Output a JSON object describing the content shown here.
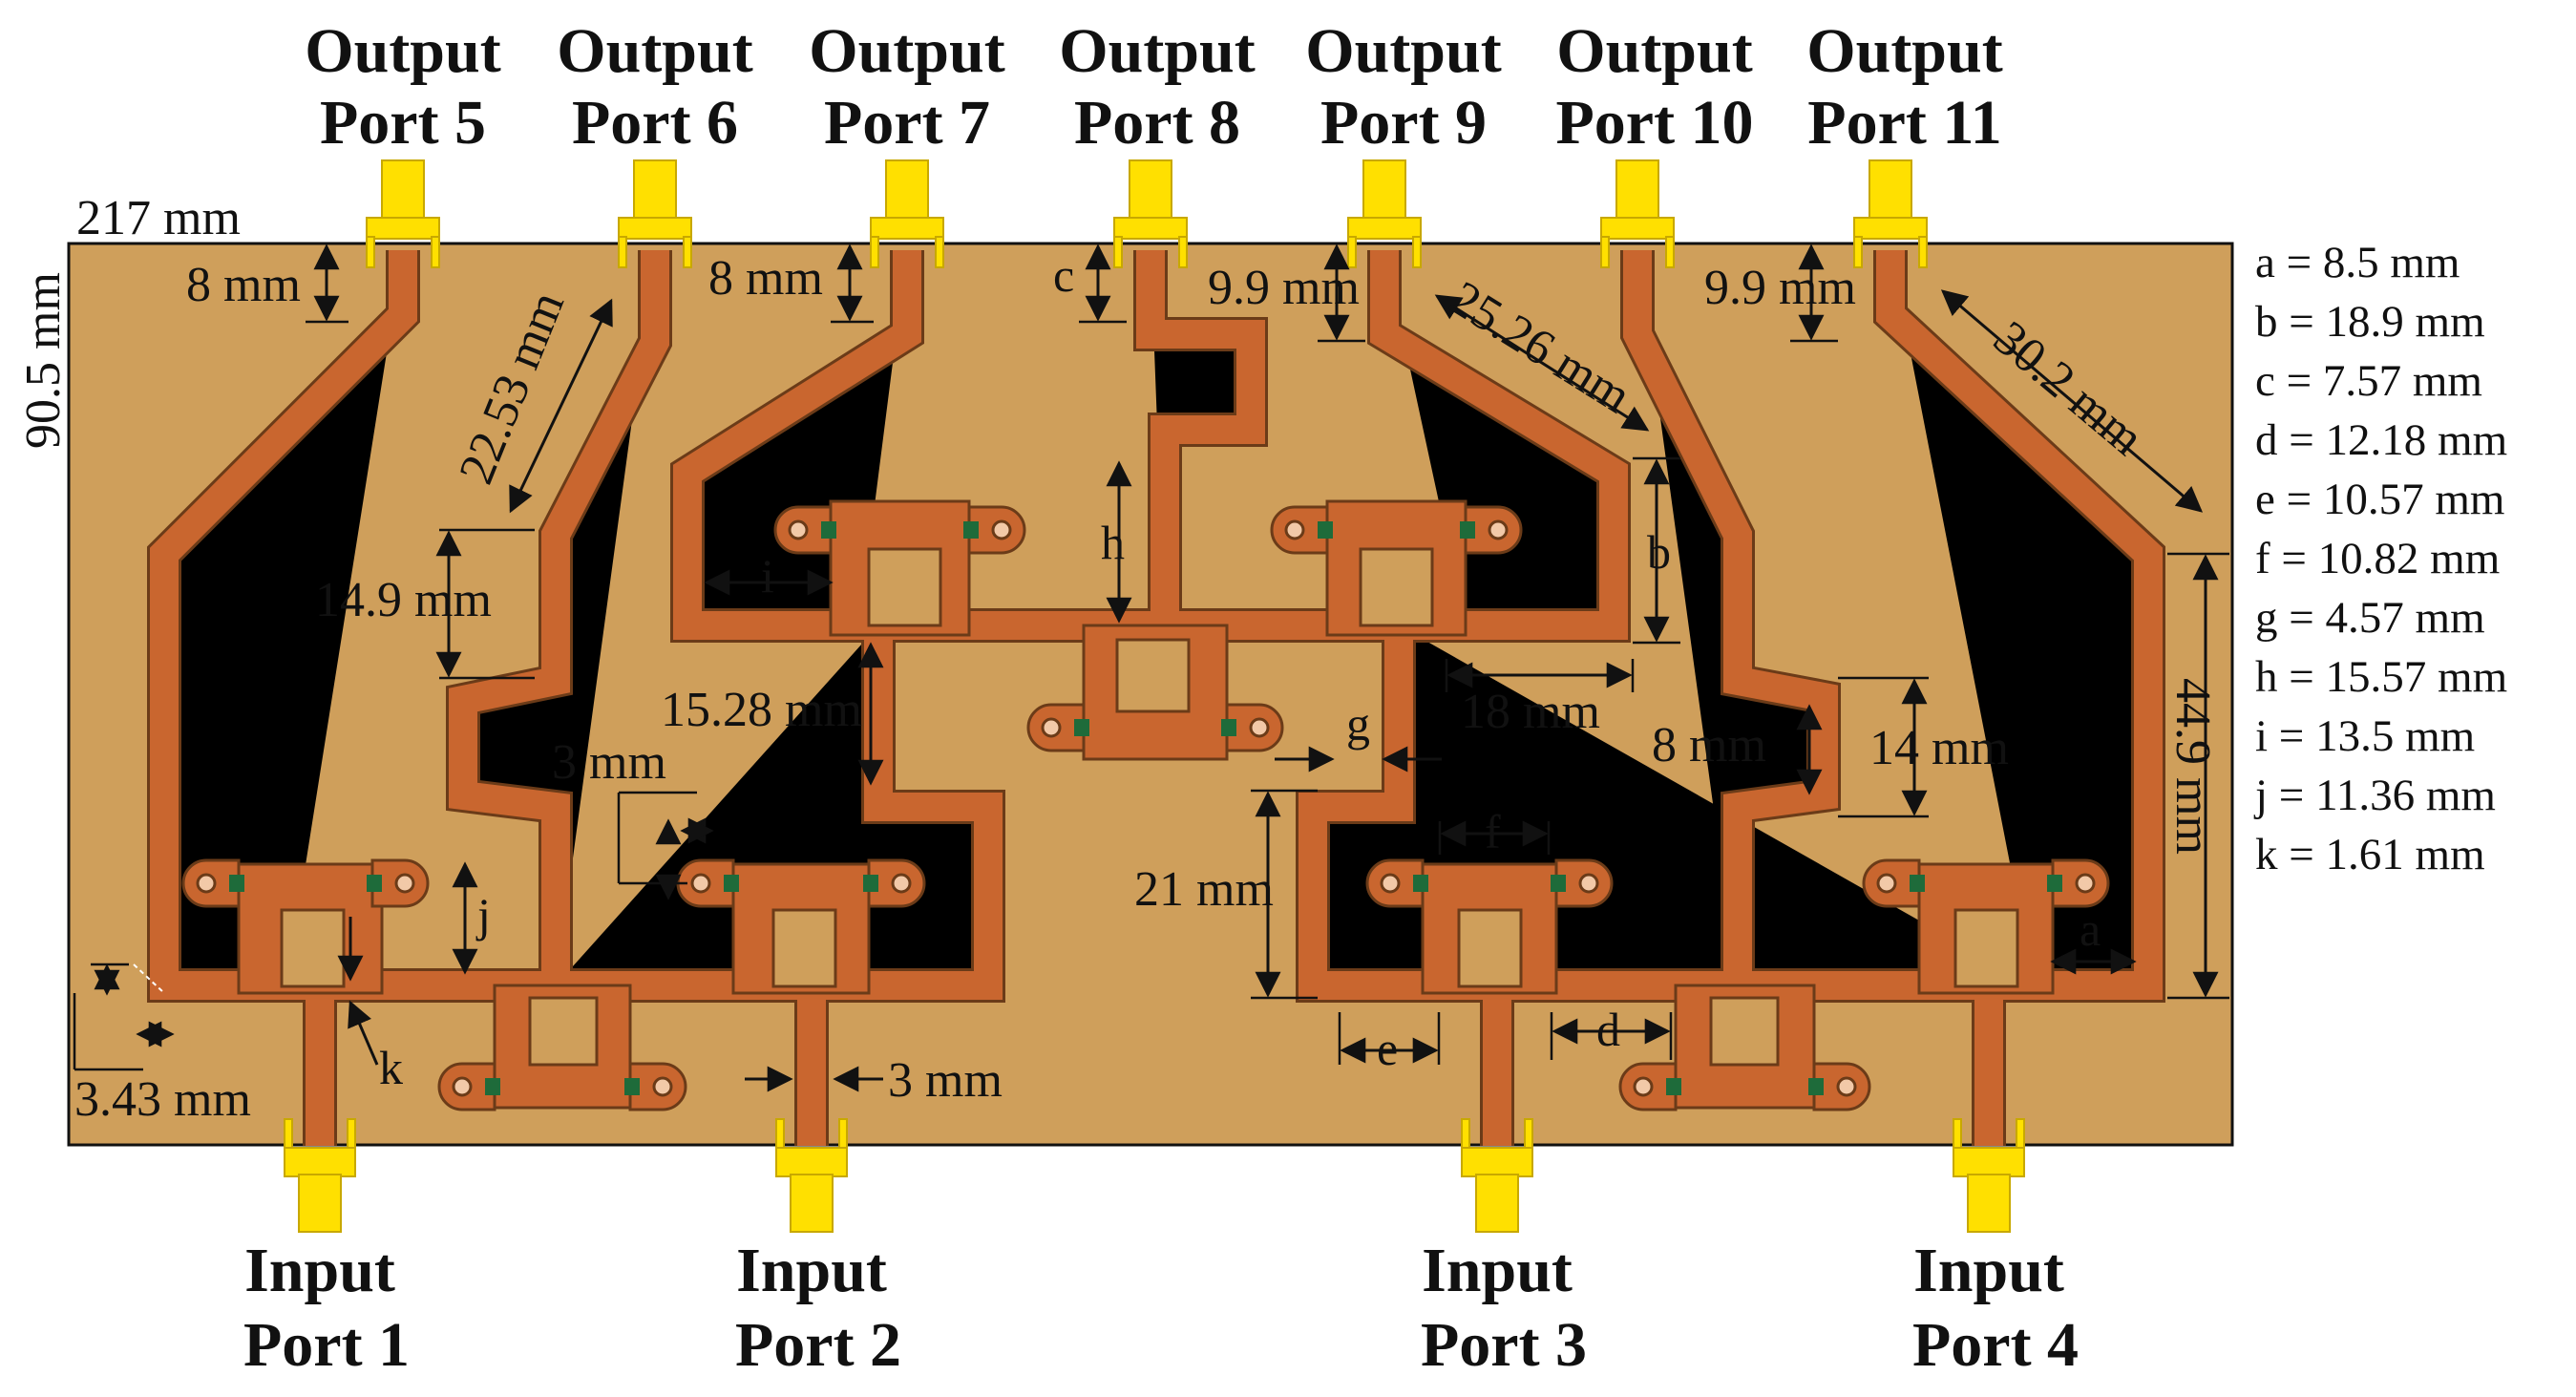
{
  "output_ports": [
    {
      "line1": "Output",
      "line2": "Port 5"
    },
    {
      "line1": "Output",
      "line2": "Port 6"
    },
    {
      "line1": "Output",
      "line2": "Port 7"
    },
    {
      "line1": "Output",
      "line2": "Port 8"
    },
    {
      "line1": "Output",
      "line2": "Port 9"
    },
    {
      "line1": "Output",
      "line2": "Port 10"
    },
    {
      "line1": "Output",
      "line2": "Port 11"
    }
  ],
  "input_ports": [
    {
      "line1": "Input",
      "line2": "Port 1"
    },
    {
      "line1": "Input",
      "line2": "Port 2"
    },
    {
      "line1": "Input",
      "line2": "Port 3"
    },
    {
      "line1": "Input",
      "line2": "Port 4"
    }
  ],
  "board": {
    "width_label": "217 mm",
    "height_label": "90.5 mm",
    "color": "#cf9f5b",
    "trace_color": "#c9662f",
    "connector_color": "#ffe000",
    "component_color": "#1e6b3a"
  },
  "dimensions": {
    "d_8mm_left": "8 mm",
    "d_8mm_mid": "8 mm",
    "d_8mm_right": "8 mm",
    "d_9_9_a": "9.9 mm",
    "d_9_9_b": "9.9 mm",
    "d_22_53": "22.53 mm",
    "d_25_26": "25.26 mm",
    "d_30_2": "30.2 mm",
    "d_14_9": "14.9 mm",
    "d_15_28": "15.28 mm",
    "d_3mm_a": "3 mm",
    "d_3mm_b": "3 mm",
    "d_3_43": "3.43 mm",
    "d_18": "18 mm",
    "d_14": "14 mm",
    "d_21": "21 mm",
    "d_44_9": "44.9 mm"
  },
  "letters": {
    "a": "a",
    "b": "b",
    "c": "c",
    "d": "d",
    "e": "e",
    "f": "f",
    "g": "g",
    "h": "h",
    "i": "i",
    "j": "j",
    "k": "k"
  },
  "legend": [
    "a = 8.5 mm",
    "b = 18.9 mm",
    "c = 7.57 mm",
    "d = 12.18 mm",
    "e = 10.57 mm",
    "f = 10.82 mm",
    "g = 4.57 mm",
    "h = 15.57 mm",
    "i = 13.5 mm",
    "j = 11.36 mm",
    "k = 1.61 mm"
  ]
}
